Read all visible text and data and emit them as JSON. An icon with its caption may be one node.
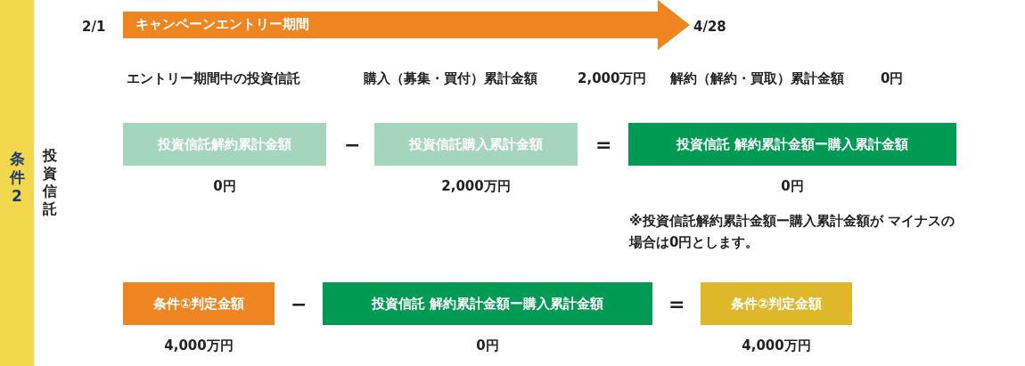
{
  "diagram": {
    "nodes": [
      {
        "text": [
          "条件2"
        ]
      },
      {
        "text": [
          "キャンペーンエントリー期間"
        ],
        "beside": [
          "2/1",
          "4/28"
        ]
      },
      {
        "text": [
          "投資信託解約累計金額"
        ],
        "beside": [
          "0円"
        ]
      },
      {
        "text": [
          "投資信託購入累計金額"
        ],
        "beside": [
          "2,000万円"
        ]
      },
      {
        "text": [
          "投資信託 解約累計金額ー購入累計金額"
        ],
        "beside": [
          "0円"
        ]
      },
      {
        "text": [
          "条件①判定金額"
        ],
        "beside": [
          "4,000万円"
        ]
      },
      {
        "text": [
          "投資信託 解約累計金額ー購入累計金額"
        ],
        "beside": [
          "0円"
        ]
      },
      {
        "text": [
          "条件②判定金額"
        ],
        "beside": [
          "4,000万円"
        ]
      }
    ],
    "labels": [
      "投資信託",
      "エントリー期間中の投資信託",
      "購入（募集・買付）累計金額",
      "2,000万円",
      "解約（解約・買取）累計金額",
      "0円",
      "−",
      "=",
      "※投資信託解約累計金額ー購入累計金額が マイナスの場合は0円とします。",
      "−",
      "="
    ]
  }
}
